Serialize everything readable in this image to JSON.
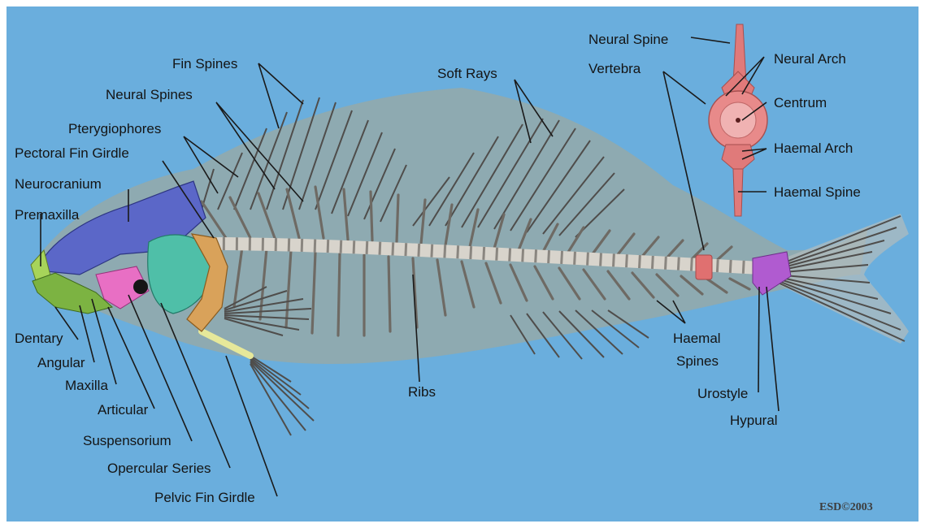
{
  "figure": {
    "background_color": "#6aaedd",
    "body_silhouette_color": "#94a9a9",
    "copyright": "ESD©2003"
  },
  "labels": {
    "fin_spines": "Fin Spines",
    "neural_spines": "Neural Spines",
    "pterygiophores": "Pterygiophores",
    "pectoral_fin_girdle": "Pectoral Fin Girdle",
    "neurocranium": "Neurocranium",
    "premaxilla": "Premaxilla",
    "dentary": "Dentary",
    "angular": "Angular",
    "maxilla": "Maxilla",
    "articular": "Articular",
    "suspensorium": "Suspensorium",
    "opercular_series": "Opercular Series",
    "pelvic_fin_girdle": "Pelvic Fin Girdle",
    "ribs": "Ribs",
    "soft_rays": "Soft Rays",
    "haemal_spines_line1": "Haemal",
    "haemal_spines_line2": "Spines",
    "urostyle": "Urostyle",
    "hypural": "Hypural",
    "vertebra": "Vertebra"
  },
  "inset": {
    "neural_spine": "Neural Spine",
    "neural_arch": "Neural Arch",
    "centrum": "Centrum",
    "haemal_arch": "Haemal Arch",
    "haemal_spine": "Haemal Spine",
    "bone_color": "#e07a7a"
  },
  "colors": {
    "neurocranium": "#5b67c8",
    "premaxilla": "#a7d45a",
    "jaw": "#7cb342",
    "suspensorium": "#e86fc4",
    "opercular": "#4fbfa8",
    "pectoral_girdle": "#d9a25a",
    "pelvic_girdle": "#e6e89a",
    "vertebra_highlight": "#e07070",
    "hypural": "#b05bd0"
  }
}
